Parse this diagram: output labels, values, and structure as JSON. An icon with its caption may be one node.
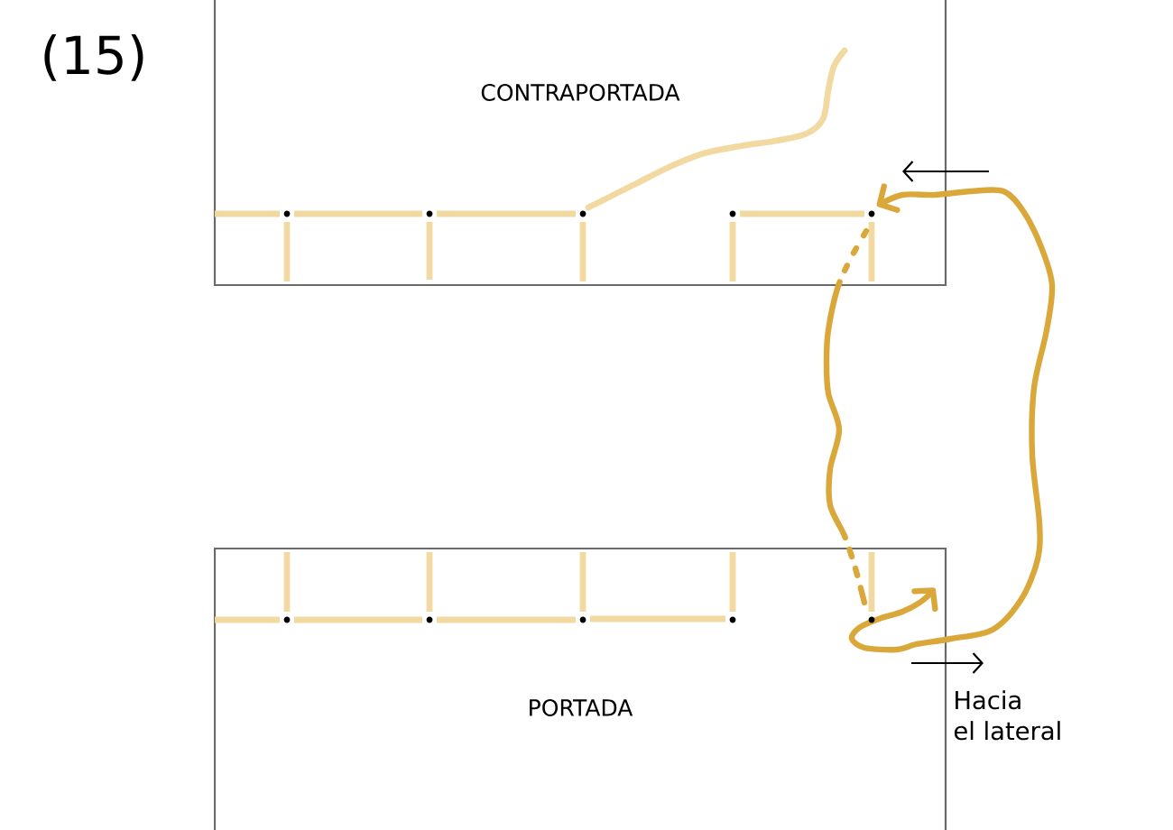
{
  "diagram": {
    "nodes": [
      {
        "text": [
          "CONTRAPORTADA"
        ]
      },
      {
        "text": [
          "PORTADA"
        ]
      }
    ],
    "edges": [
      {
        "from": 1,
        "to": 0,
        "arrow": "both"
      },
      {
        "from": 0,
        "to": 1,
        "arrow": "none",
        "style": "dashed"
      }
    ],
    "labels": [
      "(15)",
      "Hacia el lateral"
    ]
  }
}
